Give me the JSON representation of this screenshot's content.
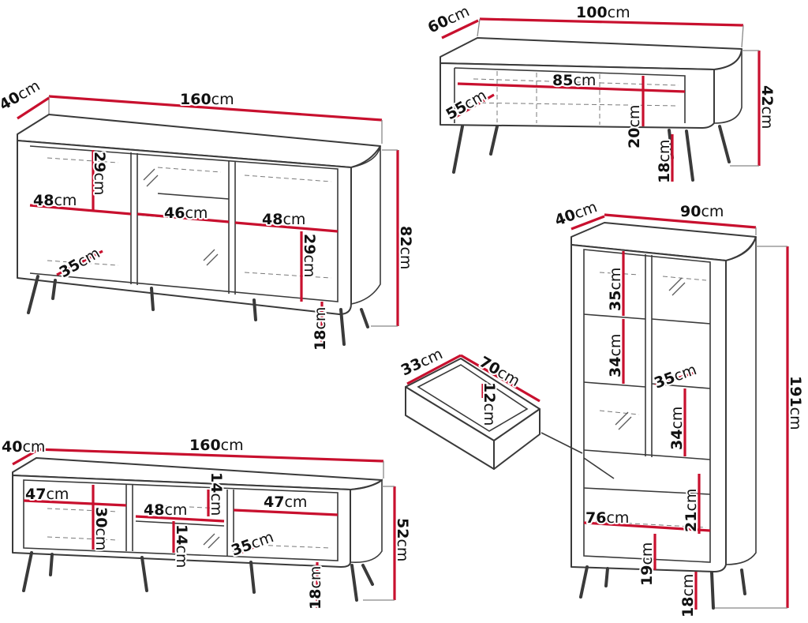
{
  "units": "cm",
  "sideboard": {
    "width": "160",
    "depth": "40",
    "height": "82",
    "leg_height": "18",
    "left_shelf_height": "29",
    "left_width": "48",
    "left_depth": "35",
    "middle_width": "46",
    "right_width": "48",
    "right_shelf_height": "29"
  },
  "coffee_table": {
    "width": "100",
    "depth": "60",
    "height": "42",
    "inner_width": "85",
    "inner_depth": "55",
    "inner_height": "20",
    "leg_height": "18"
  },
  "display_cabinet": {
    "depth": "40",
    "width": "90",
    "height": "191",
    "shelf1_height": "35",
    "shelf2_height": "34",
    "shelf_depth": "35",
    "right_shelf_height": "34",
    "drawer_compartment_height": "21",
    "bottom_width": "76",
    "bottom_height": "19",
    "leg_height": "18"
  },
  "drawer": {
    "depth": "33",
    "width": "70",
    "height": "12"
  },
  "tv_stand": {
    "depth": "40",
    "width": "160",
    "height": "52",
    "leg_height": "18",
    "left_width": "47",
    "left_height": "30",
    "top_niche_height": "14",
    "middle_width": "48",
    "middle_height": "14",
    "right_width": "47",
    "right_depth": "35"
  }
}
